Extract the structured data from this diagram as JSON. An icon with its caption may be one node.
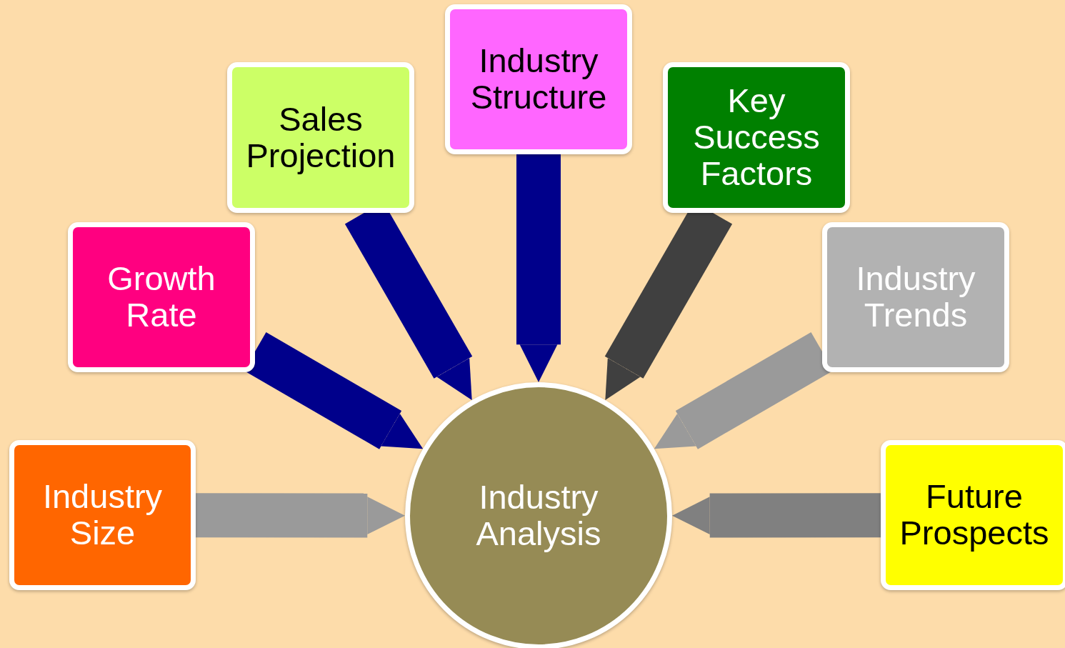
{
  "diagram": {
    "nodes": [
      {
        "text": [
          "Industry Size"
        ]
      },
      {
        "text": [
          "Growth Rate"
        ]
      },
      {
        "text": [
          "Sales Projection"
        ]
      },
      {
        "text": [
          "Industry Structure"
        ]
      },
      {
        "text": [
          "Key Success Factors"
        ]
      },
      {
        "text": [
          "Industry Trends"
        ]
      },
      {
        "text": [
          "Future Prospects"
        ]
      },
      {
        "text": [
          "Industry Analysis"
        ]
      }
    ],
    "edges": [
      {
        "from": 0,
        "to": 7,
        "arrow": "to",
        "color": "#9a9a9a"
      },
      {
        "from": 1,
        "to": 7,
        "arrow": "to",
        "color": "#00008b"
      },
      {
        "from": 2,
        "to": 7,
        "arrow": "to",
        "color": "#00008b"
      },
      {
        "from": 3,
        "to": 7,
        "arrow": "to",
        "color": "#00008b"
      },
      {
        "from": 4,
        "to": 7,
        "arrow": "to",
        "color": "#404040"
      },
      {
        "from": 5,
        "to": 7,
        "arrow": "to",
        "color": "#9a9a9a"
      },
      {
        "from": 6,
        "to": 7,
        "arrow": "to",
        "color": "#808080"
      }
    ]
  }
}
